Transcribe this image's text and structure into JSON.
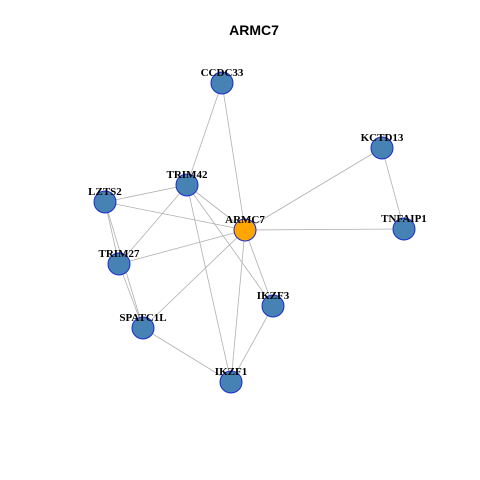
{
  "title": "ARMC7",
  "colors": {
    "hub_fill": "#FFA500",
    "node_fill": "#4682B4",
    "node_stroke": "#1A2AD0",
    "edge": "#B0B0B0"
  },
  "nodes": [
    {
      "id": "ARMC7",
      "label": "ARMC7",
      "hub": true
    },
    {
      "id": "CCDC33",
      "label": "CCDC33",
      "hub": false
    },
    {
      "id": "KCTD13",
      "label": "KCTD13",
      "hub": false
    },
    {
      "id": "TRIM42",
      "label": "TRIM42",
      "hub": false
    },
    {
      "id": "LZTS2",
      "label": "LZTS2",
      "hub": false
    },
    {
      "id": "TNFAIP1",
      "label": "TNFAIP1",
      "hub": false
    },
    {
      "id": "TRIM27",
      "label": "TRIM27",
      "hub": false
    },
    {
      "id": "IKZF3",
      "label": "IKZF3",
      "hub": false
    },
    {
      "id": "SPATC1L",
      "label": "SPATC1L",
      "hub": false
    },
    {
      "id": "IKZF1",
      "label": "IKZF1",
      "hub": false
    }
  ],
  "edges": [
    [
      "CCDC33",
      "TRIM42"
    ],
    [
      "CCDC33",
      "ARMC7"
    ],
    [
      "KCTD13",
      "ARMC7"
    ],
    [
      "KCTD13",
      "TNFAIP1"
    ],
    [
      "TRIM42",
      "LZTS2"
    ],
    [
      "TRIM42",
      "TRIM27"
    ],
    [
      "TRIM42",
      "ARMC7"
    ],
    [
      "TRIM42",
      "IKZF3"
    ],
    [
      "TRIM42",
      "IKZF1"
    ],
    [
      "LZTS2",
      "ARMC7"
    ],
    [
      "LZTS2",
      "TRIM27"
    ],
    [
      "LZTS2",
      "SPATC1L"
    ],
    [
      "ARMC7",
      "TNFAIP1"
    ],
    [
      "ARMC7",
      "TRIM27"
    ],
    [
      "ARMC7",
      "IKZF3"
    ],
    [
      "ARMC7",
      "SPATC1L"
    ],
    [
      "ARMC7",
      "IKZF1"
    ],
    [
      "TRIM27",
      "SPATC1L"
    ],
    [
      "SPATC1L",
      "IKZF1"
    ],
    [
      "IKZF3",
      "IKZF1"
    ]
  ]
}
